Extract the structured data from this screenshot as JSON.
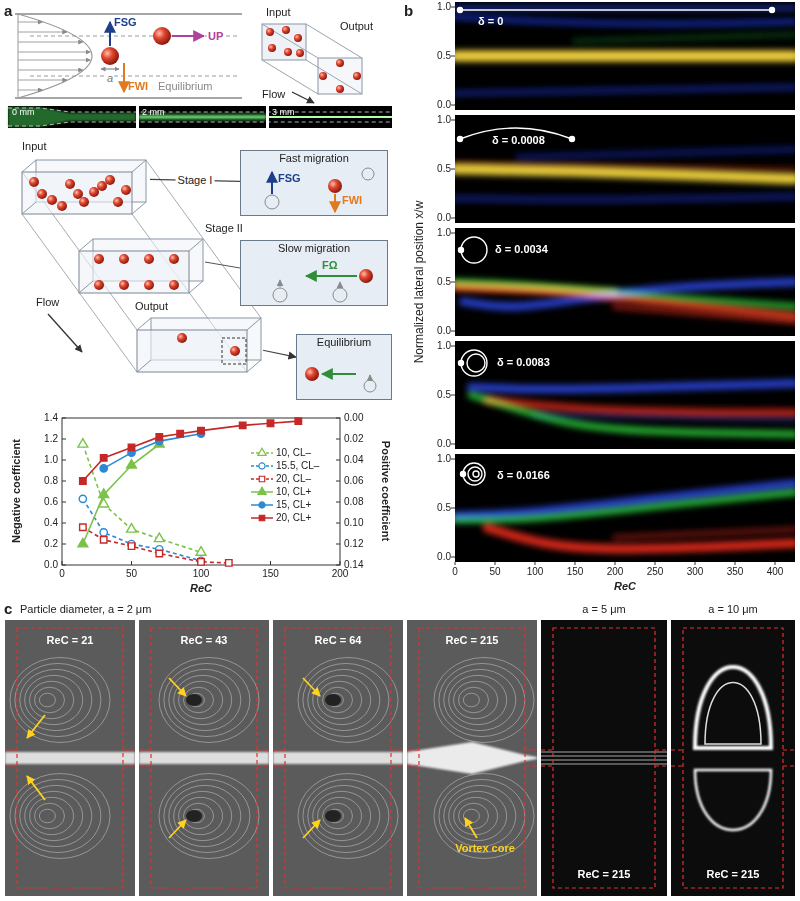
{
  "diagram": {
    "nodes": [
      {
        "text": [
          "Input"
        ]
      },
      {
        "text": [
          "Fast migration",
          "FSG",
          "FWI"
        ]
      },
      {
        "text": [
          "Slow migration",
          "FΩ"
        ]
      },
      {
        "text": [
          "Output"
        ]
      },
      {
        "text": [
          "Equilibrium"
        ]
      }
    ],
    "edges": [
      {
        "from": 0,
        "to": 1,
        "label": "Stage I",
        "arrow": "none"
      },
      {
        "from": 3,
        "to": 4,
        "arrow": "to"
      }
    ],
    "labels": [
      "a",
      "FSG",
      "UP",
      "a",
      "FWI",
      "Equilibrium",
      "Input",
      "Output",
      "Flow",
      "0 mm",
      "2 mm",
      "3 mm",
      "Flow",
      "Stage II",
      "1.4",
      "1.2",
      "1.0",
      "0.8",
      "0.6",
      "0.4",
      "0.2",
      "0.0",
      "0.00",
      "0.02",
      "0.04",
      "0.06",
      "0.08",
      "0.10",
      "0.12",
      "0.14",
      "0",
      "50",
      "100",
      "150",
      "200",
      "Negative coefficient",
      "Positive coefficient",
      "ReC",
      "b",
      "Normalized lateral position x/w",
      "1.0",
      "0.5",
      "0.0",
      "δ = 0",
      "1.0",
      "0.5",
      "0.0",
      "δ = 0.0008",
      "1.0",
      "0.5",
      "0.0",
      "δ = 0.0034",
      "1.0",
      "0.5",
      "0.0",
      "δ = 0.0083",
      "1.0",
      "0.5",
      "0.0",
      "δ = 0.0166",
      "0",
      "50",
      "100",
      "150",
      "200",
      "250",
      "300",
      "350",
      "400",
      "ReC",
      "c",
      "Particle diameter, a = 2 μm",
      "ReC = 21",
      "ReC = 43",
      "ReC = 64",
      "ReC = 215",
      "Vortex core",
      "a = 5 μm",
      "ReC = 215",
      "a = 10 μm",
      "ReC = 215"
    ],
    "legend": [
      {
        "text": "10, CL–"
      },
      {
        "text": "15.5, CL–"
      },
      {
        "text": "20, CL–"
      },
      {
        "text": "10, CL+"
      },
      {
        "text": "15, CL+"
      },
      {
        "text": "20, CL+"
      }
    ]
  }
}
